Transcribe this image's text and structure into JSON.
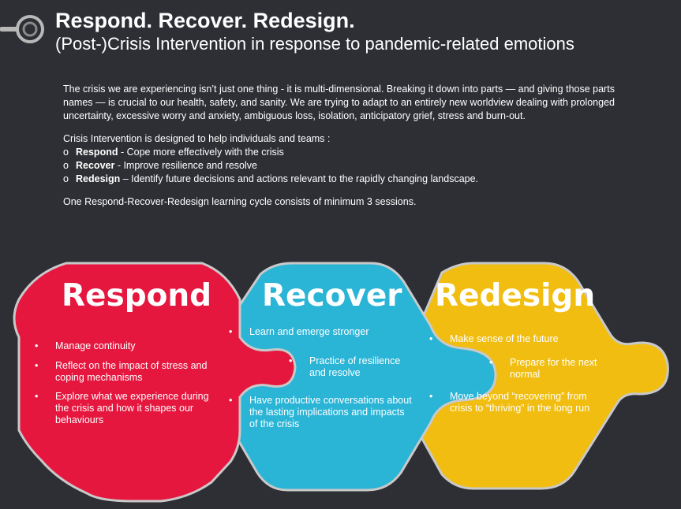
{
  "header": {
    "title": "Respond. Recover. Redesign.",
    "subtitle": "(Post-)Crisis Intervention in response to pandemic-related emotions"
  },
  "intro": {
    "paragraph": "The crisis we are experiencing isn’t just one thing - it is multi-dimensional. Breaking it down into parts — and giving those parts names — is crucial to our health, safety, and sanity. We are trying to adapt to an entirely new worldview dealing with prolonged uncertainty, excessive worry and anxiety, ambiguous loss, isolation, anticipatory grief, stress and burn-out.",
    "lead": "Crisis Intervention is designed to help individuals and teams :",
    "bullet_glyph": "o",
    "items": [
      {
        "term": "Respond",
        "text": " - Cope more effectively with the crisis"
      },
      {
        "term": "Recover",
        "text": " - Improve resilience and resolve"
      },
      {
        "term": "Redesign",
        "text": " – Identify future decisions and actions relevant to the rapidly changing landscape."
      }
    ],
    "closing": "One Respond-Recover-Redesign learning cycle consists of minimum 3 sessions."
  },
  "colors": {
    "background": "#2d2f35",
    "respond": "#e5173f",
    "recover": "#2ab4d6",
    "redesign": "#f0bd10",
    "outline": "#c9c9c9"
  },
  "icons": {
    "logo": "ring-logo-icon"
  },
  "panels": {
    "respond": {
      "title": "Respond",
      "points": [
        "Manage continuity",
        "Reflect on the impact of stress and coping mechanisms",
        "Explore what we experience during the crisis and how it shapes our behaviours"
      ]
    },
    "recover": {
      "title": "Recover",
      "points": [
        "Learn and emerge stronger",
        "Practice of resilience and resolve",
        "Have productive conversations about the lasting implications and impacts of the crisis"
      ]
    },
    "redesign": {
      "title": "Redesign",
      "points": [
        "Make sense of the future",
        "Prepare for the next normal",
        "Move beyond “recovering” from crisis to “thriving” in the long run"
      ]
    }
  }
}
